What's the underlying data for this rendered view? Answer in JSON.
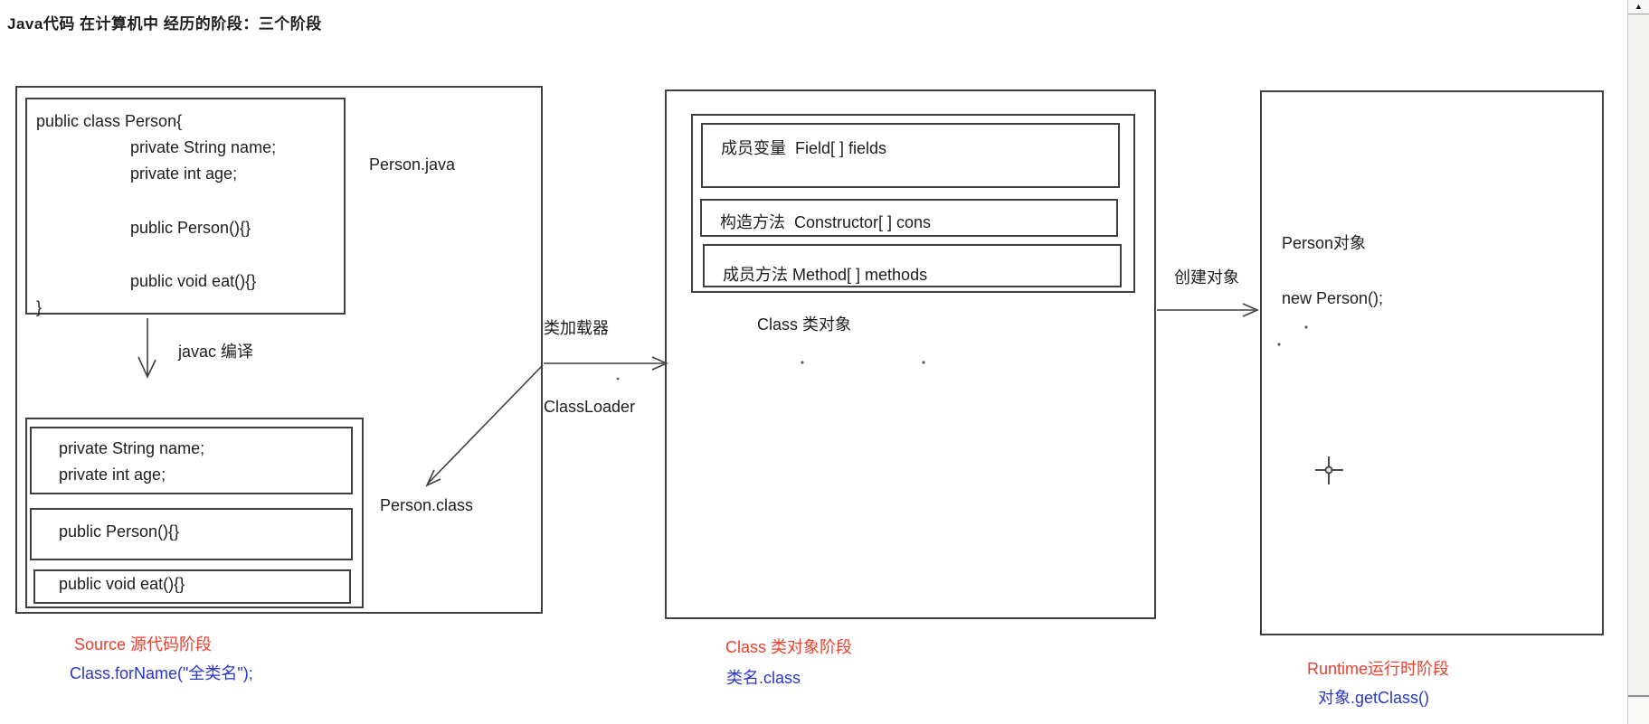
{
  "title": "Java代码 在计算机中 经历的阶段：三个阶段",
  "colors": {
    "line": "#3f3f3f",
    "stage_red": "#e8412f",
    "api_blue": "#2936cc"
  },
  "source_stage": {
    "file_label": "Person.java",
    "code": {
      "l1": "public class Person{",
      "l2": "private String name;",
      "l3": "private int age;",
      "l4": "public Person(){}",
      "l5": "public void eat(){}",
      "l6": "}"
    },
    "compile_arrow_label": "javac 编译",
    "class_file_label": "Person.class",
    "class_file": {
      "fields_l1": "private String name;",
      "fields_l2": "private int age;",
      "constructor": "public Person(){}",
      "method": "public void eat(){}"
    },
    "stage_label": "Source 源代码阶段",
    "reflection_api": "Class.forName(\"全类名\");"
  },
  "class_loader": {
    "zh": "类加载器",
    "en": "ClassLoader"
  },
  "class_stage": {
    "member_fields": "成员变量  Field[ ] fields",
    "member_constructors": "构造方法  Constructor[ ] cons",
    "member_methods": "成员方法 Method[ ] methods",
    "object_label": "Class 类对象",
    "stage_label": "Class 类对象阶段",
    "reflection_api": "类名.class"
  },
  "create_object": {
    "label": "创建对象"
  },
  "runtime_stage": {
    "object_label": "Person对象",
    "code": "new Person();",
    "stage_label": "Runtime运行时阶段",
    "reflection_api": "对象.getClass()"
  },
  "scrollbar": {
    "up_arrow": "▲"
  }
}
